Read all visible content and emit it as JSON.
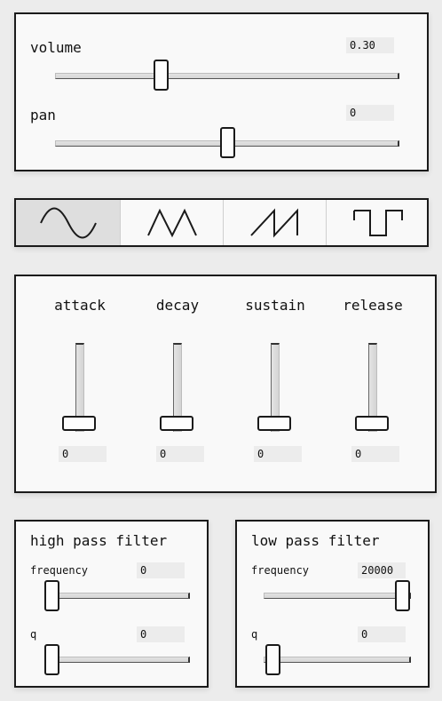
{
  "output": {
    "volume": {
      "label": "volume",
      "value": "0.30",
      "level": 0.3
    },
    "pan": {
      "label": "pan",
      "value": "0",
      "level": 0.5
    }
  },
  "waveforms": {
    "selected": "sine",
    "options": [
      {
        "id": "sine",
        "icon": "sine-wave-icon"
      },
      {
        "id": "triangle",
        "icon": "triangle-wave-icon"
      },
      {
        "id": "sawtooth",
        "icon": "sawtooth-wave-icon"
      },
      {
        "id": "square",
        "icon": "square-wave-icon"
      }
    ]
  },
  "envelope": {
    "attack": {
      "label": "attack",
      "value": "0",
      "level": 0
    },
    "decay": {
      "label": "decay",
      "value": "0",
      "level": 0
    },
    "sustain": {
      "label": "sustain",
      "value": "0",
      "level": 0
    },
    "release": {
      "label": "release",
      "value": "0",
      "level": 0
    }
  },
  "high_pass": {
    "title": "high pass filter",
    "frequency": {
      "label": "frequency",
      "value": "0",
      "level": 0
    },
    "q": {
      "label": "q",
      "value": "0",
      "level": 0
    }
  },
  "low_pass": {
    "title": "low pass filter",
    "frequency": {
      "label": "frequency",
      "value": "20000",
      "level": 1
    },
    "q": {
      "label": "q",
      "value": "0",
      "level": 0
    }
  },
  "colors": {
    "panel_bg": "#f9f9f9",
    "page_bg": "#ececec",
    "border": "#1a1a1a",
    "selected_wave_bg": "#dedede"
  }
}
